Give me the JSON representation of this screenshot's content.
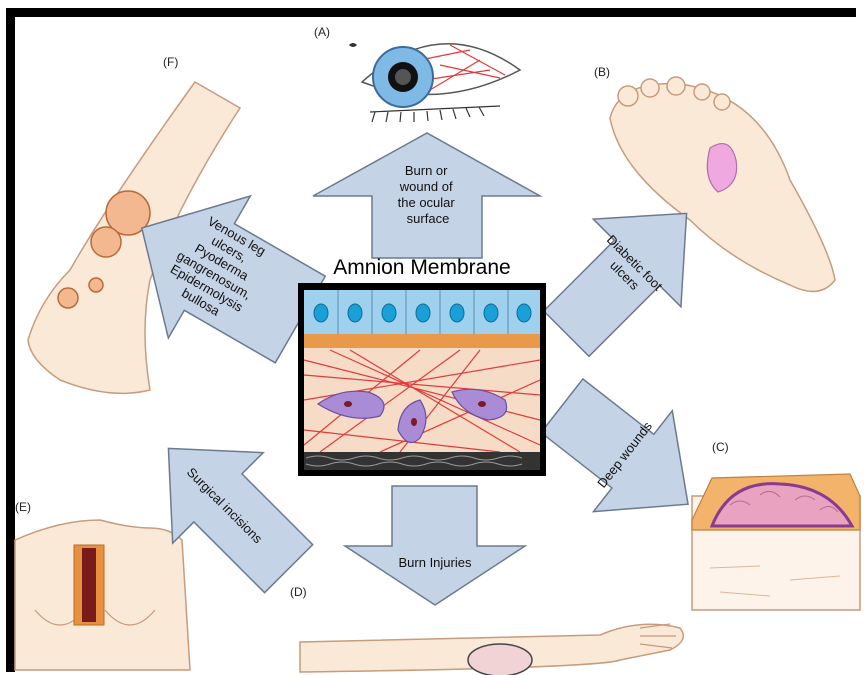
{
  "center": {
    "title": "Amnion Membrane"
  },
  "panels": {
    "A": {
      "label": "(A)",
      "arrow_text": [
        "Burn or",
        "wound of",
        "the ocular",
        "surface"
      ]
    },
    "B": {
      "label": "(B)",
      "arrow_text": [
        "Diabetic foot",
        "ulcers"
      ]
    },
    "C": {
      "label": "(C)",
      "arrow_text": [
        "Deep wounds"
      ]
    },
    "D": {
      "label": "(D)",
      "arrow_text": [
        "Burn Injuries"
      ]
    },
    "E": {
      "label": "(E)",
      "arrow_text": [
        "Surgical incisions"
      ]
    },
    "F": {
      "label": "(F)",
      "arrow_text": [
        "Venous leg",
        "ulcers,",
        "Pyoderma",
        "gangrenosum,",
        "Epidermolysis",
        "bullosa"
      ]
    }
  },
  "colors": {
    "arrow_fill": "#c5d3e6",
    "skin": "#fbe9d7",
    "epithelium": "#9fd0ee",
    "basement": "#e89a4a",
    "collagen": "#e23b3b",
    "cell": "#a98bd6"
  }
}
